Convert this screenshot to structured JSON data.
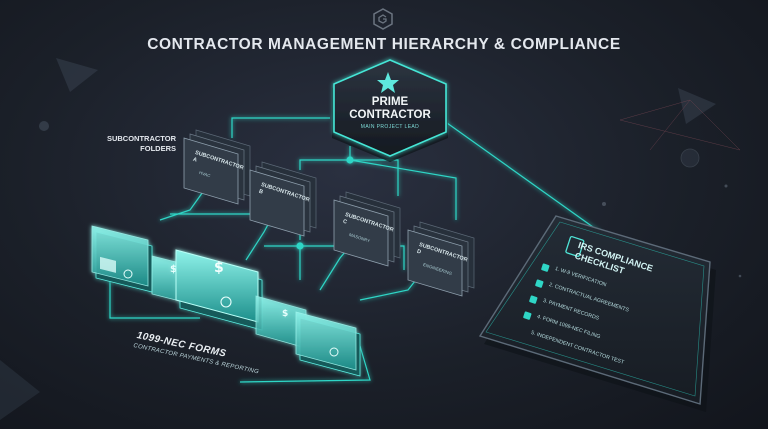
{
  "title": "CONTRACTOR MANAGEMENT HIERARCHY & COMPLIANCE",
  "prime": {
    "label": "PRIME CONTRACTOR",
    "sub": "MAIN PROJECT LEAD"
  },
  "subcontractor_folders_label": "SUBCONTRACTOR FOLDERS",
  "folders": [
    {
      "label": "SUBCONTRACTOR A",
      "meta": "HVAC"
    },
    {
      "label": "SUBCONTRACTOR B",
      "meta": ""
    },
    {
      "label": "SUBCONTRACTOR C",
      "meta": "MASONRY"
    },
    {
      "label": "SUBCONTRACTOR D",
      "meta": "ENGINEERING"
    }
  ],
  "forms": {
    "title": "1099-NEC FORMS",
    "sub": "CONTRACTOR PAYMENTS & REPORTING"
  },
  "checklist": {
    "title": "IRS COMPLIANCE CHECKLIST",
    "items": [
      "1. W-9 VERIFICATION",
      "2. CONTRACTUAL AGREEMENTS",
      "3. PAYMENT RECORDS",
      "4. FORM 1099-NEC FILING",
      "5. INDEPENDENT CONTRACTOR TEST"
    ]
  },
  "colors": {
    "accent": "#3ee0d0",
    "background": "#1b2029",
    "panel": "#1f262f"
  }
}
